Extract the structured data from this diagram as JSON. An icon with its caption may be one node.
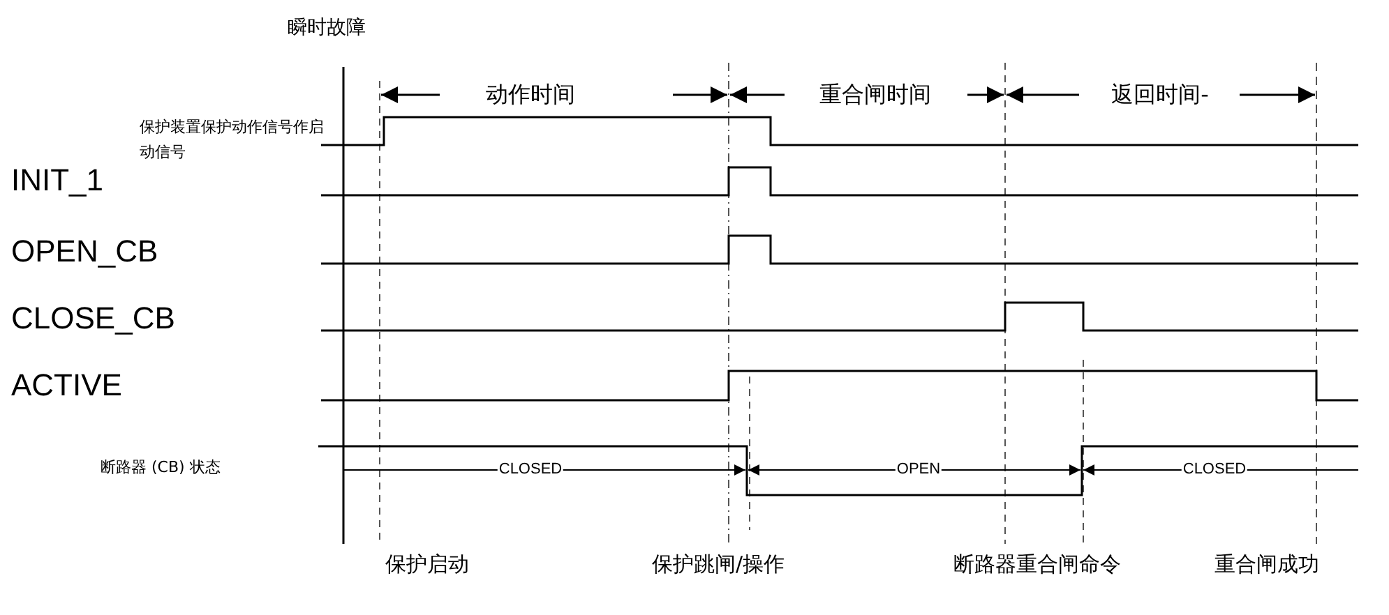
{
  "diagram": {
    "labels": [
      "瞬时故障",
      "动作时间",
      "重合闸时间",
      "返回时间-",
      "保护装置保护动作信号作启动信号",
      "INIT_1",
      "OPEN_CB",
      "CLOSE_CB",
      "ACTIVE",
      "断路器 (CB) 状态",
      "CLOSED",
      "OPEN",
      "CLOSED",
      "保护启动",
      "保护跳闸/操作",
      "断路器重合闸命令",
      "重合闸成功"
    ]
  }
}
